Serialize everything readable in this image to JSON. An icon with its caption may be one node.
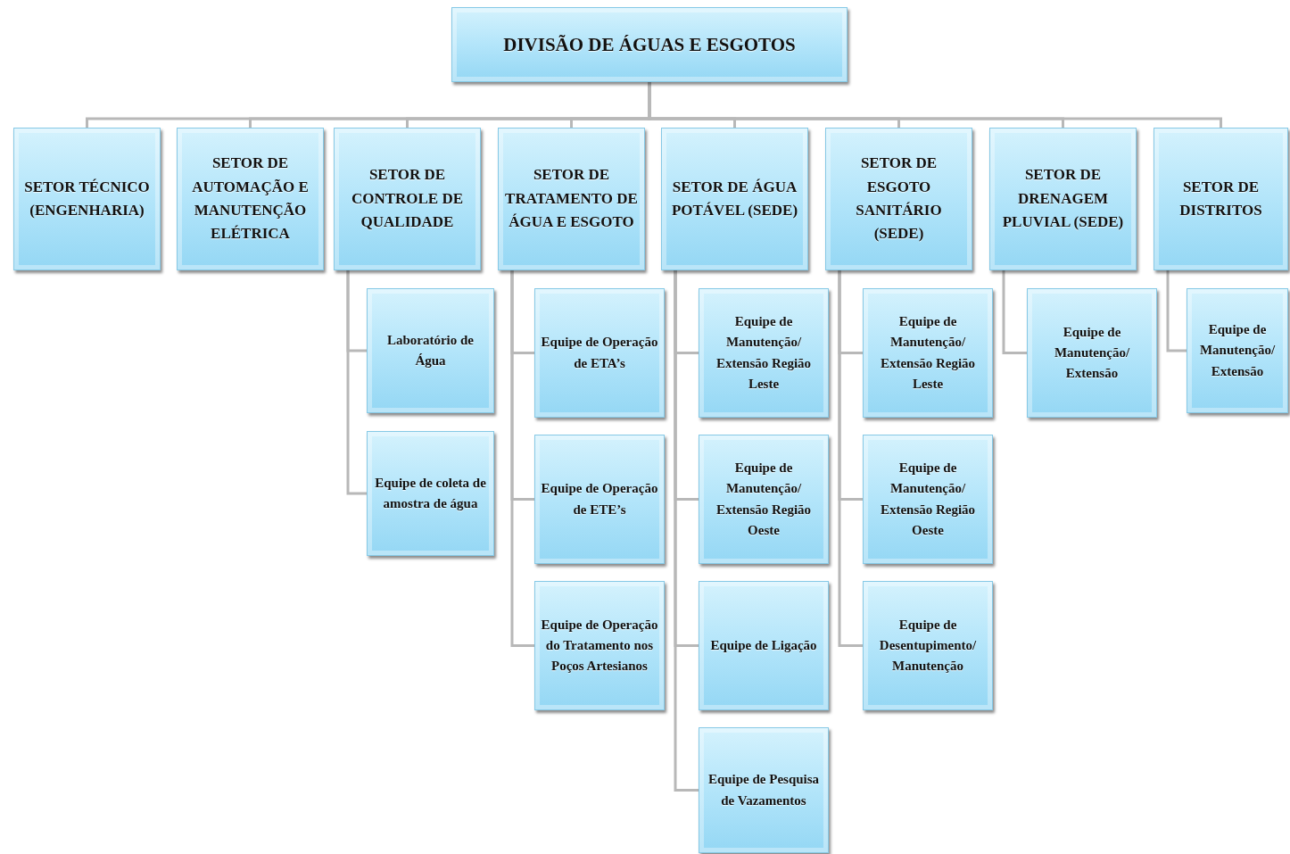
{
  "diagram": {
    "nodes": [
      {
        "text": [
          "DIVISÃO DE ÁGUAS E ESGOTOS"
        ]
      },
      {
        "text": [
          "SETOR TÉCNICO (ENGENHARIA)"
        ]
      },
      {
        "text": [
          "SETOR DE AUTOMAÇÃO E MANUTENÇÃO ELÉTRICA"
        ]
      },
      {
        "text": [
          "SETOR DE CONTROLE DE QUALIDADE"
        ]
      },
      {
        "text": [
          "SETOR DE TRATAMENTO DE ÁGUA E ESGOTO"
        ]
      },
      {
        "text": [
          "SETOR DE ÁGUA POTÁVEL (SEDE)"
        ]
      },
      {
        "text": [
          "SETOR DE ESGOTO SANITÁRIO (SEDE)"
        ]
      },
      {
        "text": [
          "SETOR DE DRENAGEM PLUVIAL (SEDE)"
        ]
      },
      {
        "text": [
          "SETOR DE DISTRITOS"
        ]
      },
      {
        "text": [
          "Laboratório de Água"
        ]
      },
      {
        "text": [
          "Equipe de coleta de amostra de água"
        ]
      },
      {
        "text": [
          "Equipe de Operação de ETA’s"
        ]
      },
      {
        "text": [
          "Equipe de Operação de ETE’s"
        ]
      },
      {
        "text": [
          "Equipe de Operação do Tratamento nos Poços Artesianos"
        ]
      },
      {
        "text": [
          "Equipe de Manutenção/ Extensão Região Leste"
        ]
      },
      {
        "text": [
          "Equipe de Manutenção/ Extensão Região Oeste"
        ]
      },
      {
        "text": [
          "Equipe de Ligação"
        ]
      },
      {
        "text": [
          "Equipe de Pesquisa de Vazamentos"
        ]
      },
      {
        "text": [
          "Equipe de Manutenção/ Extensão Região Leste"
        ]
      },
      {
        "text": [
          "Equipe de Manutenção/ Extensão Região Oeste"
        ]
      },
      {
        "text": [
          "Equipe de Desentupimento/ Manutenção"
        ]
      },
      {
        "text": [
          "Equipe de Manutenção/ Extensão"
        ]
      },
      {
        "text": [
          "Equipe de Manutenção/ Extensão"
        ]
      }
    ],
    "edges": [
      {
        "from": 0,
        "to": 1,
        "arrow": "none"
      },
      {
        "from": 0,
        "to": 2,
        "arrow": "none"
      },
      {
        "from": 0,
        "to": 3,
        "arrow": "none"
      },
      {
        "from": 0,
        "to": 4,
        "arrow": "none"
      },
      {
        "from": 0,
        "to": 5,
        "arrow": "none"
      },
      {
        "from": 0,
        "to": 6,
        "arrow": "none"
      },
      {
        "from": 0,
        "to": 7,
        "arrow": "none"
      },
      {
        "from": 0,
        "to": 8,
        "arrow": "none"
      },
      {
        "from": 3,
        "to": 9,
        "arrow": "none"
      },
      {
        "from": 3,
        "to": 10,
        "arrow": "none"
      },
      {
        "from": 4,
        "to": 11,
        "arrow": "none"
      },
      {
        "from": 4,
        "to": 12,
        "arrow": "none"
      },
      {
        "from": 4,
        "to": 13,
        "arrow": "none"
      },
      {
        "from": 5,
        "to": 14,
        "arrow": "none"
      },
      {
        "from": 5,
        "to": 15,
        "arrow": "none"
      },
      {
        "from": 5,
        "to": 16,
        "arrow": "none"
      },
      {
        "from": 5,
        "to": 17,
        "arrow": "none"
      },
      {
        "from": 6,
        "to": 18,
        "arrow": "none"
      },
      {
        "from": 6,
        "to": 19,
        "arrow": "none"
      },
      {
        "from": 6,
        "to": 20,
        "arrow": "none"
      },
      {
        "from": 7,
        "to": 21,
        "arrow": "none"
      },
      {
        "from": 8,
        "to": 22,
        "arrow": "none"
      }
    ]
  }
}
